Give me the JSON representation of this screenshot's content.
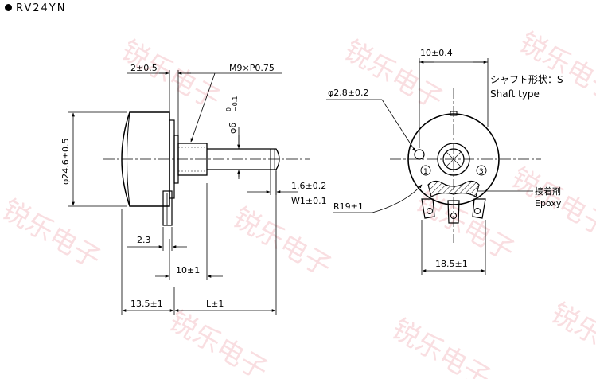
{
  "title": "RV24YN",
  "watermark": "锐乐电子",
  "dims": {
    "d_2_05": "2±0.5",
    "d_m9": "M9×P0.75",
    "d_dia246": "φ24.6±0.5",
    "d_dia6": "φ6",
    "d_dia6_tol_top": "0",
    "d_dia6_tol_bot": "−0.1",
    "d_16": "1.6±0.2",
    "d_w1": "W1±0.1",
    "d_23": "2.3",
    "d_10": "10±1",
    "d_135": "13.5±1",
    "d_L": "L±1",
    "d_10_04": "10±0.4",
    "d_dia28": "φ2.8±0.2",
    "d_r19": "R19±1",
    "d_185": "18.5±1"
  },
  "labels": {
    "shaft_jp": "シャフト形状：S",
    "shaft_en": "Shaft type",
    "epoxy_jp": "接着剤",
    "epoxy_en": "Epoxy",
    "term1": "1",
    "term3": "3"
  }
}
